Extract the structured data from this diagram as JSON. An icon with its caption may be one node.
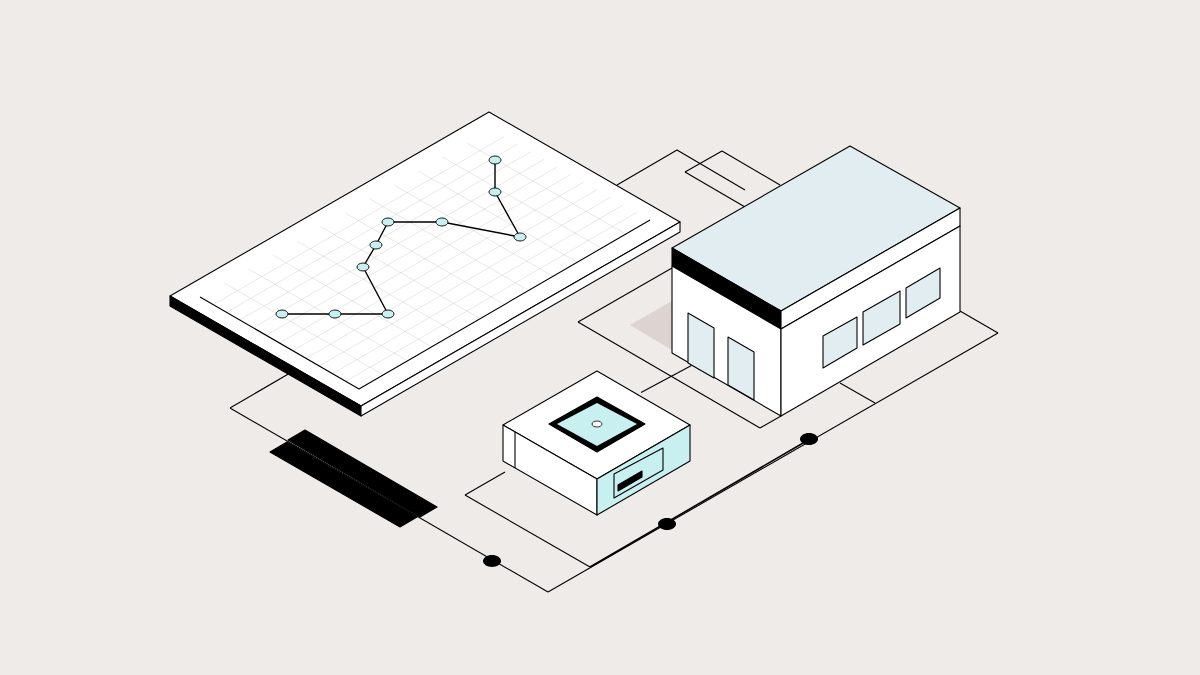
{
  "diagram": {
    "nodes": [
      {
        "text": [],
        "shape": "picture"
      },
      {
        "text": [],
        "shape": "picture"
      },
      {
        "text": [],
        "shape": "picture"
      }
    ],
    "edges": [
      {
        "from": 1,
        "to": 2,
        "arrow": "none"
      }
    ]
  }
}
